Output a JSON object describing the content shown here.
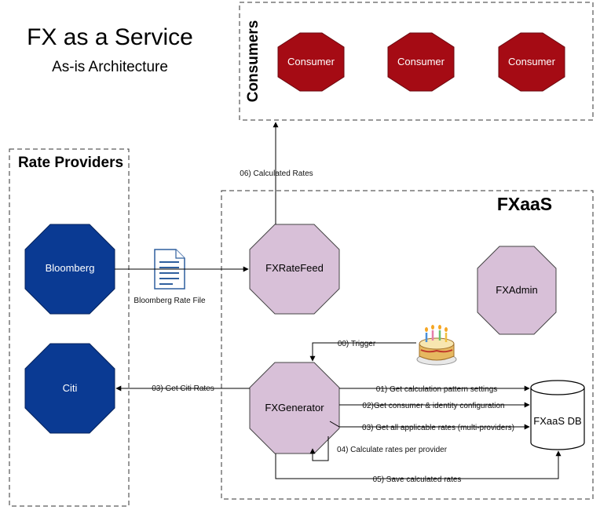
{
  "title": "FX as a Service",
  "subtitle": "As-is Architecture",
  "groups": {
    "consumers": "Consumers",
    "rate_providers": "Rate Providers",
    "fxaas": "FXaaS"
  },
  "nodes": {
    "consumer1": "Consumer",
    "consumer2": "Consumer",
    "consumer3": "Consumer",
    "bloomberg": "Bloomberg",
    "citi": "Citi",
    "fxratefeed": "FXRateFeed",
    "fxadmin": "FXAdmin",
    "fxgenerator": "FXGenerator",
    "fxaas_db": "FXaaS DB"
  },
  "labels": {
    "calculated_rates": "06) Calculated Rates",
    "bloomberg_file": "Bloomberg Rate File",
    "trigger": "00) Trigger",
    "get_citi": "03) Get Citi Rates",
    "step01": "01) Get calculation pattern settings",
    "step02": "02)Get consumer & identity configuration",
    "step03": "03) Get all applicable rates (multi-providers)",
    "step04": "04) Calculate rates per provider",
    "step05": "05) Save calculated rates"
  },
  "icons": {
    "file": "document-icon",
    "trigger": "birthday-cake-icon"
  },
  "colors": {
    "consumer_fill": "#A50B14",
    "consumer_stroke": "#6B0A10",
    "provider_fill": "#0A3A93",
    "provider_stroke": "#06235C",
    "service_fill": "#D8C0D8",
    "service_stroke": "#444444"
  }
}
